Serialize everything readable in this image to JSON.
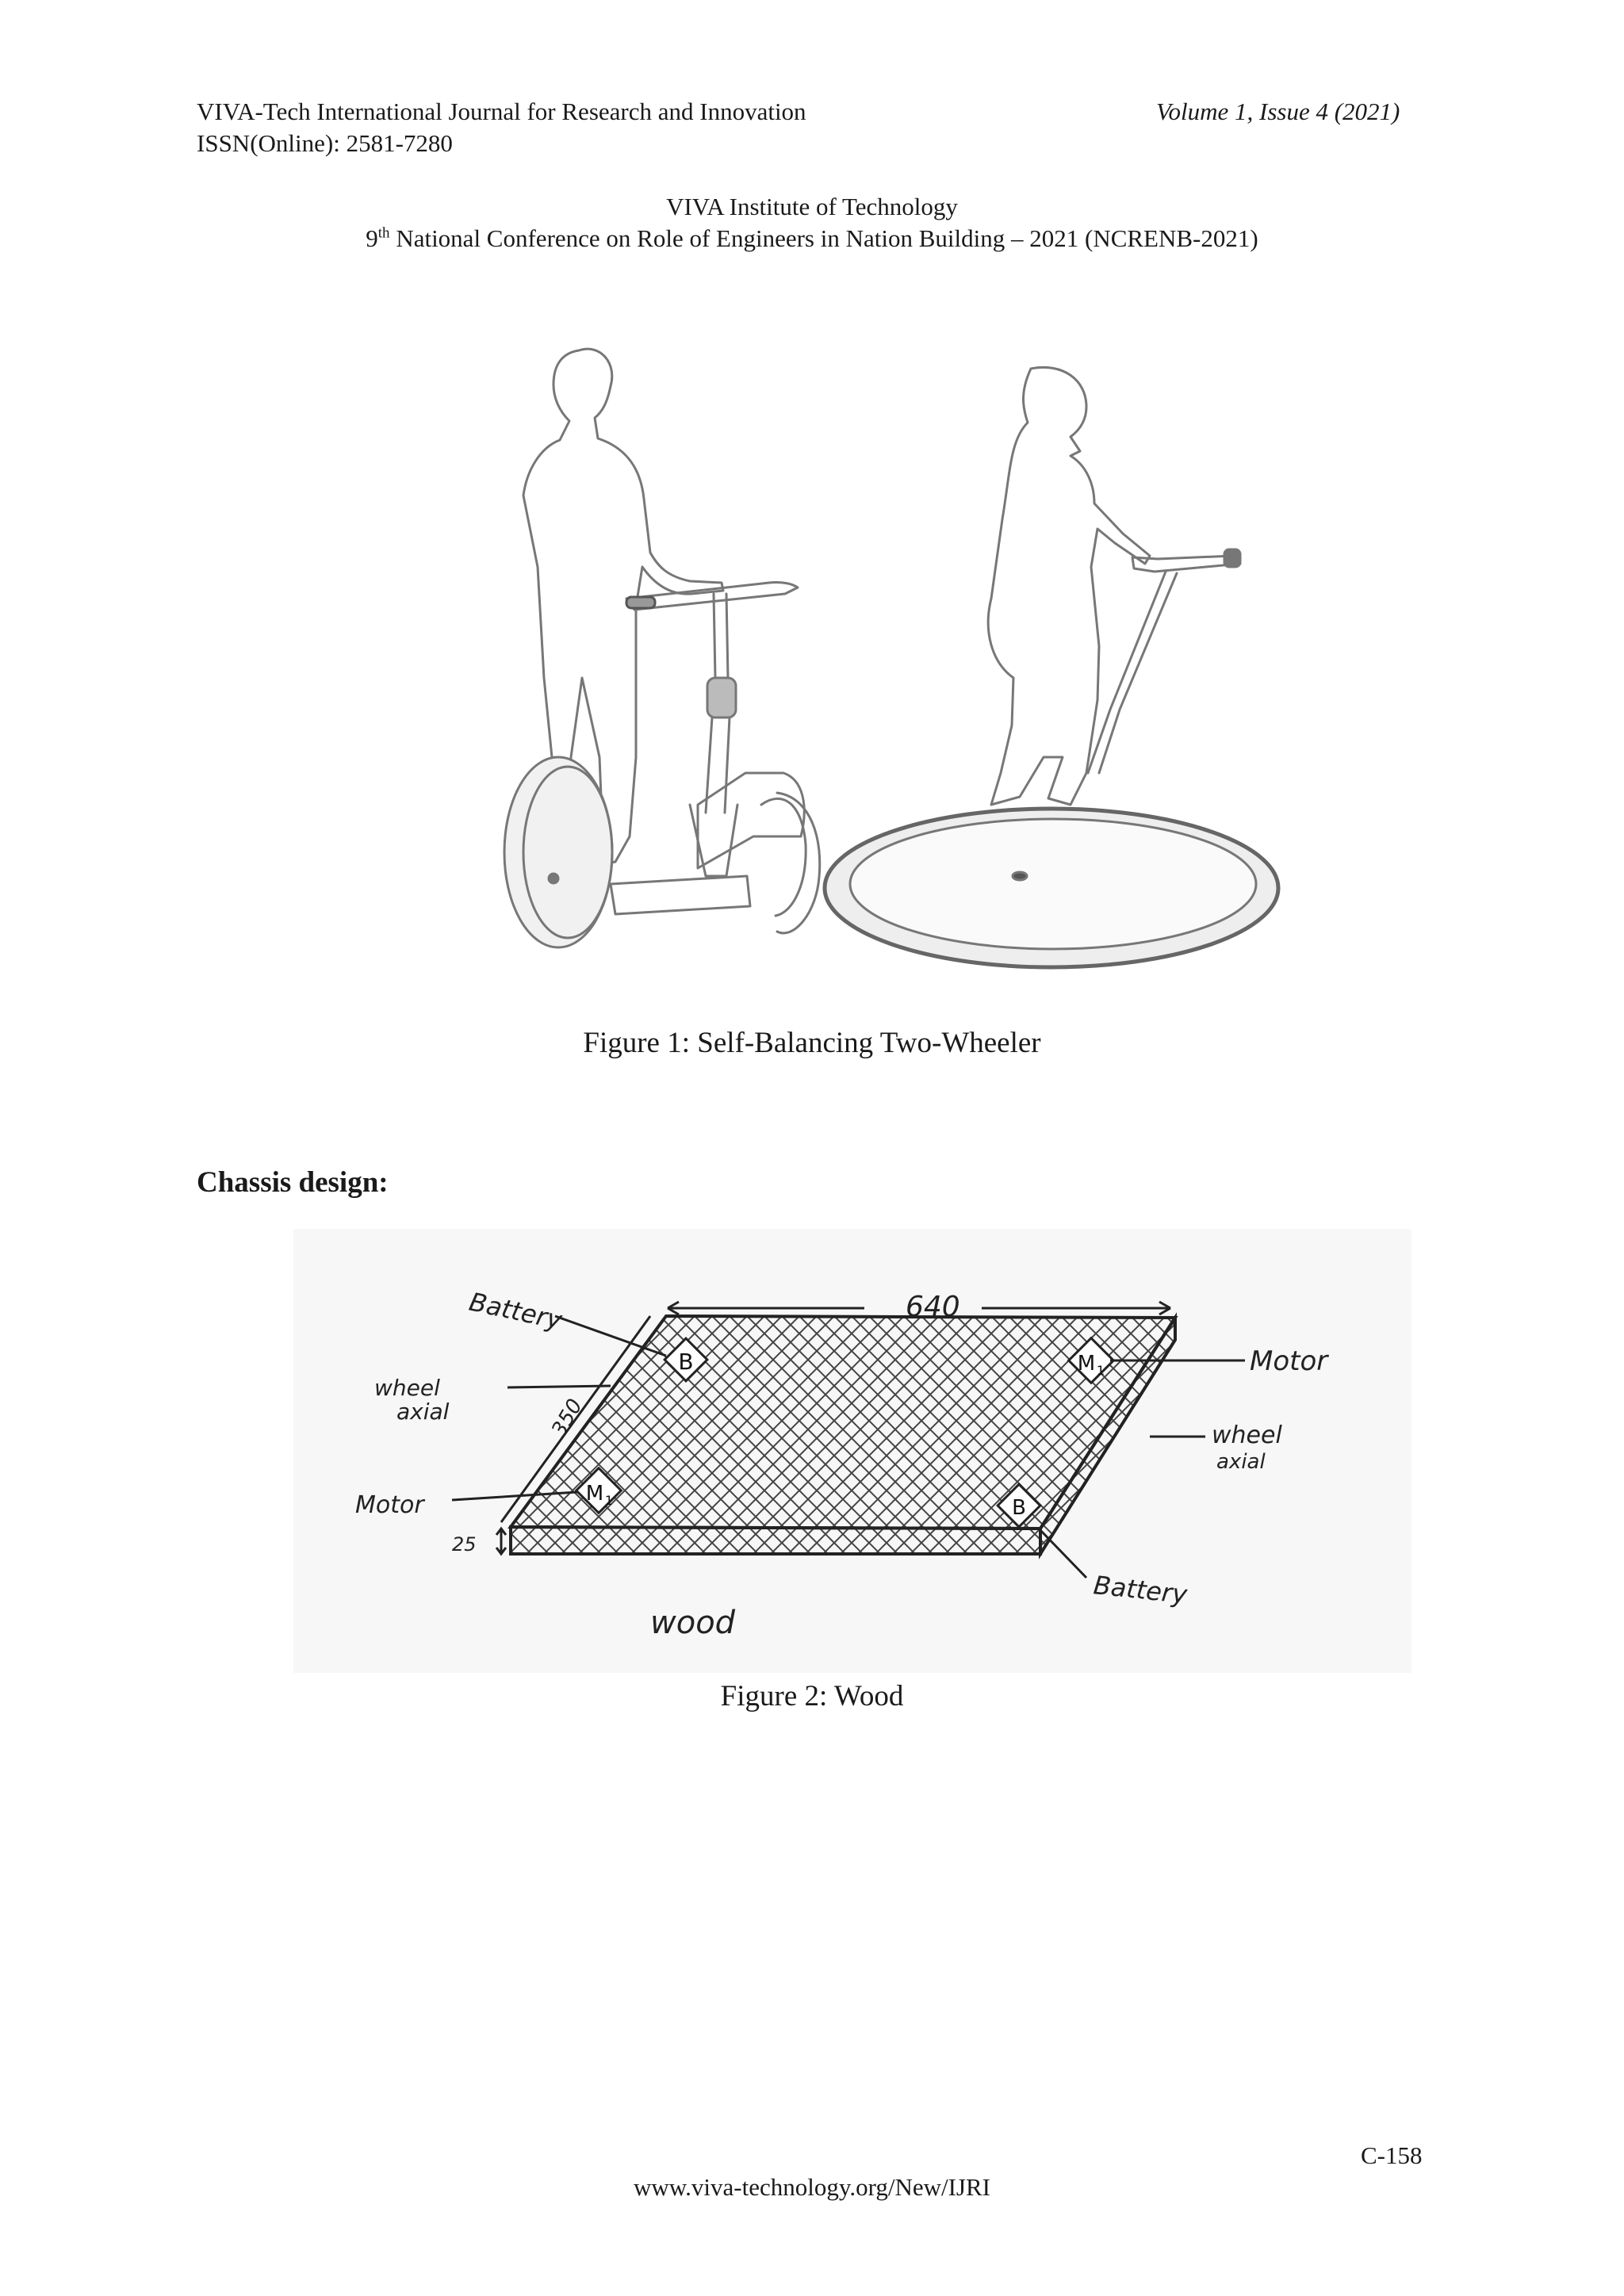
{
  "header": {
    "journal": "VIVA-Tech International Journal for Research and Innovation",
    "volume": "Volume 1, Issue 4 (2021)",
    "issn": "ISSN(Online): 2581-7280",
    "institute": "VIVA Institute of Technology",
    "conference_num": "9",
    "conference_sup": "th",
    "conference_rest": " National Conference on Role of Engineers in Nation Building – 2021 (NCRENB-2021)"
  },
  "figure1": {
    "caption": "Figure 1: Self-Balancing Two-Wheeler"
  },
  "section_heading": "Chassis design:",
  "figure2": {
    "caption": "Figure 2: Wood",
    "labels": {
      "battery_top": "Battery",
      "length": "640",
      "motor_right": "Motor",
      "wheel_left_1": "wheel",
      "wheel_left_2": "axial",
      "width": "350",
      "wheel_right_1": "wheel",
      "wheel_right_2": "axial",
      "motor_left": "Motor",
      "thickness": "25",
      "battery_bottom": "Battery",
      "wood": "wood",
      "marker_b": "B",
      "marker_m": "M",
      "marker_m_sub": "1"
    }
  },
  "footer": {
    "page": "C-158",
    "url": "www.viva-technology.org/New/IJRI"
  }
}
